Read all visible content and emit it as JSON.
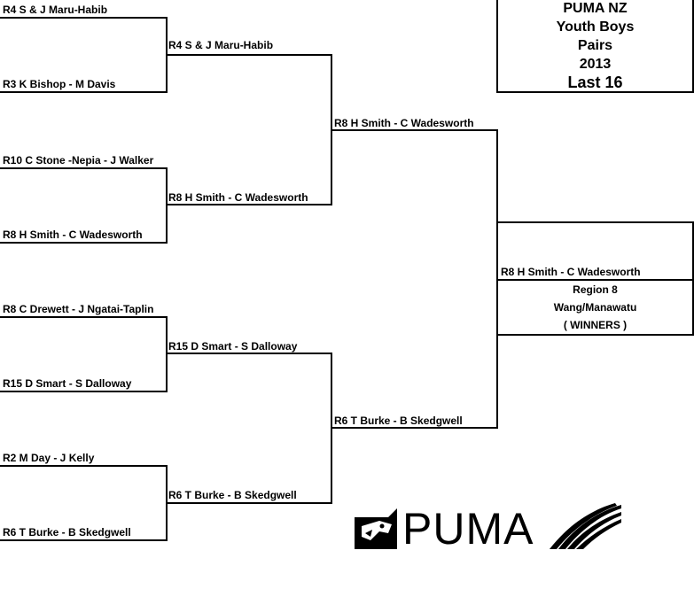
{
  "title": {
    "line1": "PUMA NZ",
    "line2": "Youth Boys",
    "line3": "Pairs",
    "line4": "2013",
    "line5": "Last 16"
  },
  "bracket": {
    "round1": [
      "R4 S & J Maru-Habib",
      "R3 K Bishop - M Davis",
      "R10 C Stone -Nepia - J Walker",
      "R8 H Smith - C Wadesworth",
      "R8 C Drewett - J Ngatai-Taplin",
      "R15 D Smart - S Dalloway",
      "R2 M Day - J Kelly",
      "R6 T Burke - B Skedgwell"
    ],
    "round2": [
      "R4 S & J Maru-Habib",
      "R8 H Smith - C Wadesworth",
      "R15 D Smart - S Dalloway",
      "R6 T Burke - B Skedgwell"
    ],
    "round3": [
      "R8 H Smith - C Wadesworth",
      "R6 T Burke - B Skedgwell"
    ],
    "final": "R8 H Smith - C Wadesworth"
  },
  "winner": {
    "line1": "Region 8",
    "line2": "Wang/Manawatu",
    "line3": "( WINNERS )"
  },
  "logo": {
    "text": "PUMA",
    "icon": "puma-cat-icon"
  }
}
